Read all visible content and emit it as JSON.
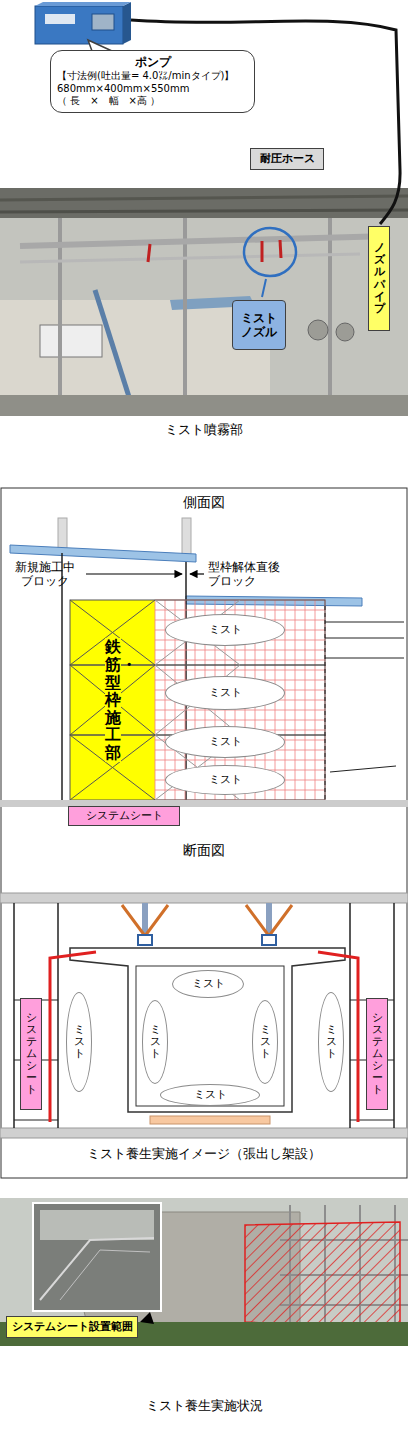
{
  "diagram": {
    "nodes": [
      {
        "text": [
          "ポンプ",
          "【寸法例(吐出量= 4.0㍑/minタイプ)】",
          "680mm×400mm×550mm",
          "（ 長　×　幅　×高 ）"
        ]
      },
      {
        "text": [
          "耐圧ホース"
        ]
      },
      {
        "text": [
          "ノズルパイプ"
        ]
      },
      {
        "text": [
          "ミスト ノズル"
        ]
      },
      {
        "text": [
          "鉄筋・型枠施工部"
        ]
      },
      {
        "text": [
          "ミスト"
        ]
      },
      {
        "text": [
          "ミスト"
        ]
      },
      {
        "text": [
          "ミスト"
        ]
      },
      {
        "text": [
          "ミスト"
        ]
      },
      {
        "text": [
          "システムシート"
        ]
      },
      {
        "text": [
          "ミスト"
        ]
      },
      {
        "text": [
          "ミスト"
        ]
      },
      {
        "text": [
          "ミスト"
        ]
      },
      {
        "text": [
          "ミスト"
        ]
      },
      {
        "text": [
          "ミスト"
        ]
      },
      {
        "text": [
          "ミスト"
        ]
      },
      {
        "text": [
          "システムシート"
        ]
      },
      {
        "text": [
          "システムシート"
        ]
      },
      {
        "text": [
          "システムシート設置範囲"
        ]
      }
    ],
    "labels": [
      "側面図",
      "新規施工中 ブロック",
      "型枠解体直後 ブロック",
      "断面図",
      "ミスト噴霧部",
      "ミスト養生実施イメージ（張出し架設）",
      "ミスト養生実施状況"
    ]
  }
}
